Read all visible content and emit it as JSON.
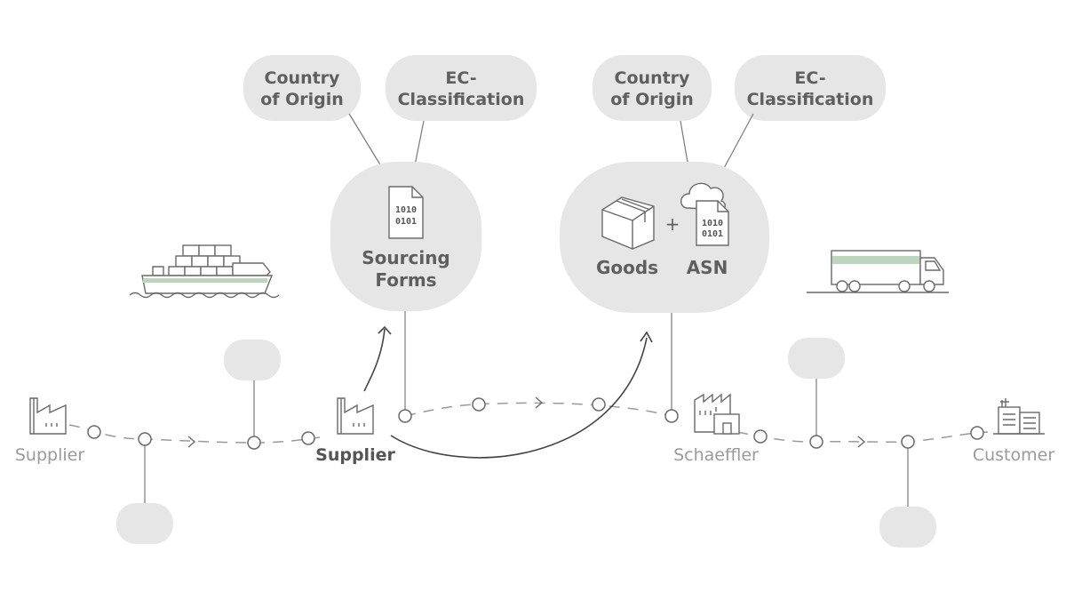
{
  "nodes": {
    "supplier_left": "Supplier",
    "supplier_main": "Supplier",
    "schaeffler": "Schaeffler",
    "customer": "Customer"
  },
  "tags": {
    "country_1_line1": "Country",
    "country_1_line2": "of Origin",
    "ec_1_line1": "EC-",
    "ec_1_line2": "Classification",
    "country_2_line1": "Country",
    "country_2_line2": "of Origin",
    "ec_2_line1": "EC-",
    "ec_2_line2": "Classification"
  },
  "sourcing": {
    "line1": "Sourcing",
    "line2": "Forms",
    "file_bits_1": "1010",
    "file_bits_2": "0101"
  },
  "delivery": {
    "goods": "Goods",
    "plus": "+",
    "asn": "ASN",
    "file_bits_1": "1010",
    "file_bits_2": "0101"
  },
  "colors": {
    "blob": "#e6e6e6",
    "accent_green": "#bcd6bc",
    "line": "#6a6a6a"
  },
  "icons": [
    "factory-icon",
    "ship-icon",
    "truck-icon",
    "file-icon",
    "cloud-icon",
    "package-icon",
    "office-building-icon"
  ]
}
